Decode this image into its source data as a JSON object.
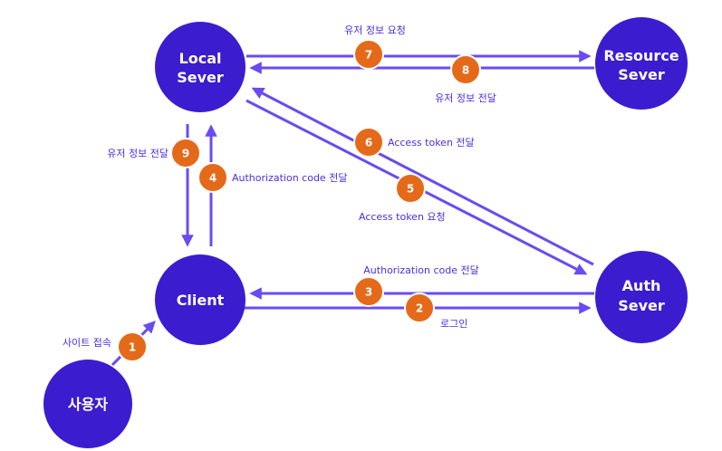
{
  "colors": {
    "node": "#3c1ccf",
    "edge": "#6a4bf2",
    "label": "#4a2fe0",
    "badge": "#e46a19",
    "badge_stroke": "#ffffff"
  },
  "nodes": {
    "local_server": {
      "line1": "Local",
      "line2": "Sever"
    },
    "resource_server": {
      "line1": "Resource",
      "line2": "Sever"
    },
    "client": {
      "line1": "Client"
    },
    "auth_server": {
      "line1": "Auth",
      "line2": "Sever"
    },
    "user": {
      "line1": "사용자"
    }
  },
  "steps": [
    {
      "number": "1",
      "label": "사이트 접속"
    },
    {
      "number": "2",
      "label": "로그인"
    },
    {
      "number": "3",
      "label": "Authorization code 전달"
    },
    {
      "number": "4",
      "label": "Authorization code 전달"
    },
    {
      "number": "5",
      "label": "Access token 요청"
    },
    {
      "number": "6",
      "label": "Access token 전달"
    },
    {
      "number": "7",
      "label": "유저 정보 요청"
    },
    {
      "number": "8",
      "label": "유저 정보 전달"
    },
    {
      "number": "9",
      "label": "유저 정보 전달"
    }
  ]
}
